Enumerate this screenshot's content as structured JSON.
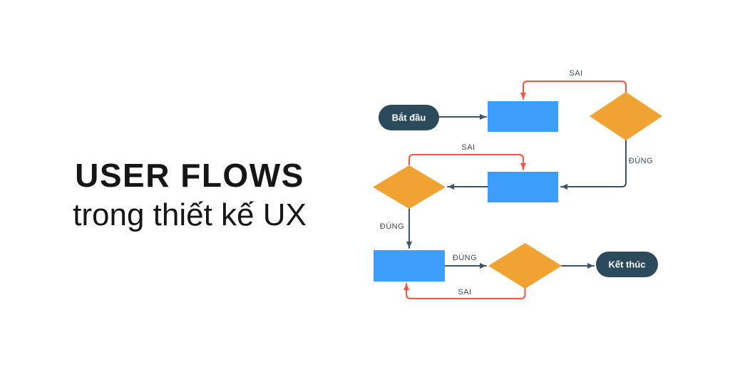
{
  "title": {
    "line1": "USER FLOWS",
    "line2": "trong thiết kế UX"
  },
  "colors": {
    "background": "#FFFFFF",
    "title_text": "#161616",
    "process_fill": "#3D9EFB",
    "decision_fill": "#F0A232",
    "terminal_fill": "#2B4A5B",
    "terminal_text": "#FFFFFF",
    "connector": "#3E5565",
    "false_branch": "#F95340",
    "edge_label_text": "#3E4A52"
  },
  "flowchart": {
    "nodes": [
      {
        "id": "start",
        "type": "terminal",
        "label": "Bắt đầu"
      },
      {
        "id": "process-1",
        "type": "process",
        "label": ""
      },
      {
        "id": "decision-1",
        "type": "decision",
        "label": ""
      },
      {
        "id": "process-2",
        "type": "process",
        "label": ""
      },
      {
        "id": "decision-2",
        "type": "decision",
        "label": ""
      },
      {
        "id": "process-3",
        "type": "process",
        "label": ""
      },
      {
        "id": "decision-3",
        "type": "decision",
        "label": ""
      },
      {
        "id": "end",
        "type": "terminal",
        "label": "Kết thúc"
      }
    ],
    "edges": [
      {
        "from": "start",
        "to": "process-1",
        "label": "",
        "branch": "normal"
      },
      {
        "from": "decision-1",
        "to": "process-1",
        "label": "SAI",
        "branch": "false"
      },
      {
        "from": "decision-1",
        "to": "process-2",
        "label": "ĐÚNG",
        "branch": "true"
      },
      {
        "from": "process-2",
        "to": "decision-2",
        "label": "",
        "branch": "normal"
      },
      {
        "from": "decision-2",
        "to": "process-2",
        "label": "SAI",
        "branch": "false"
      },
      {
        "from": "decision-2",
        "to": "process-3",
        "label": "ĐÚNG",
        "branch": "true"
      },
      {
        "from": "process-3",
        "to": "decision-3",
        "label": "ĐÚNG",
        "branch": "true"
      },
      {
        "from": "decision-3",
        "to": "end",
        "label": "",
        "branch": "normal"
      },
      {
        "from": "decision-3",
        "to": "process-3",
        "label": "SAI",
        "branch": "false"
      }
    ]
  }
}
